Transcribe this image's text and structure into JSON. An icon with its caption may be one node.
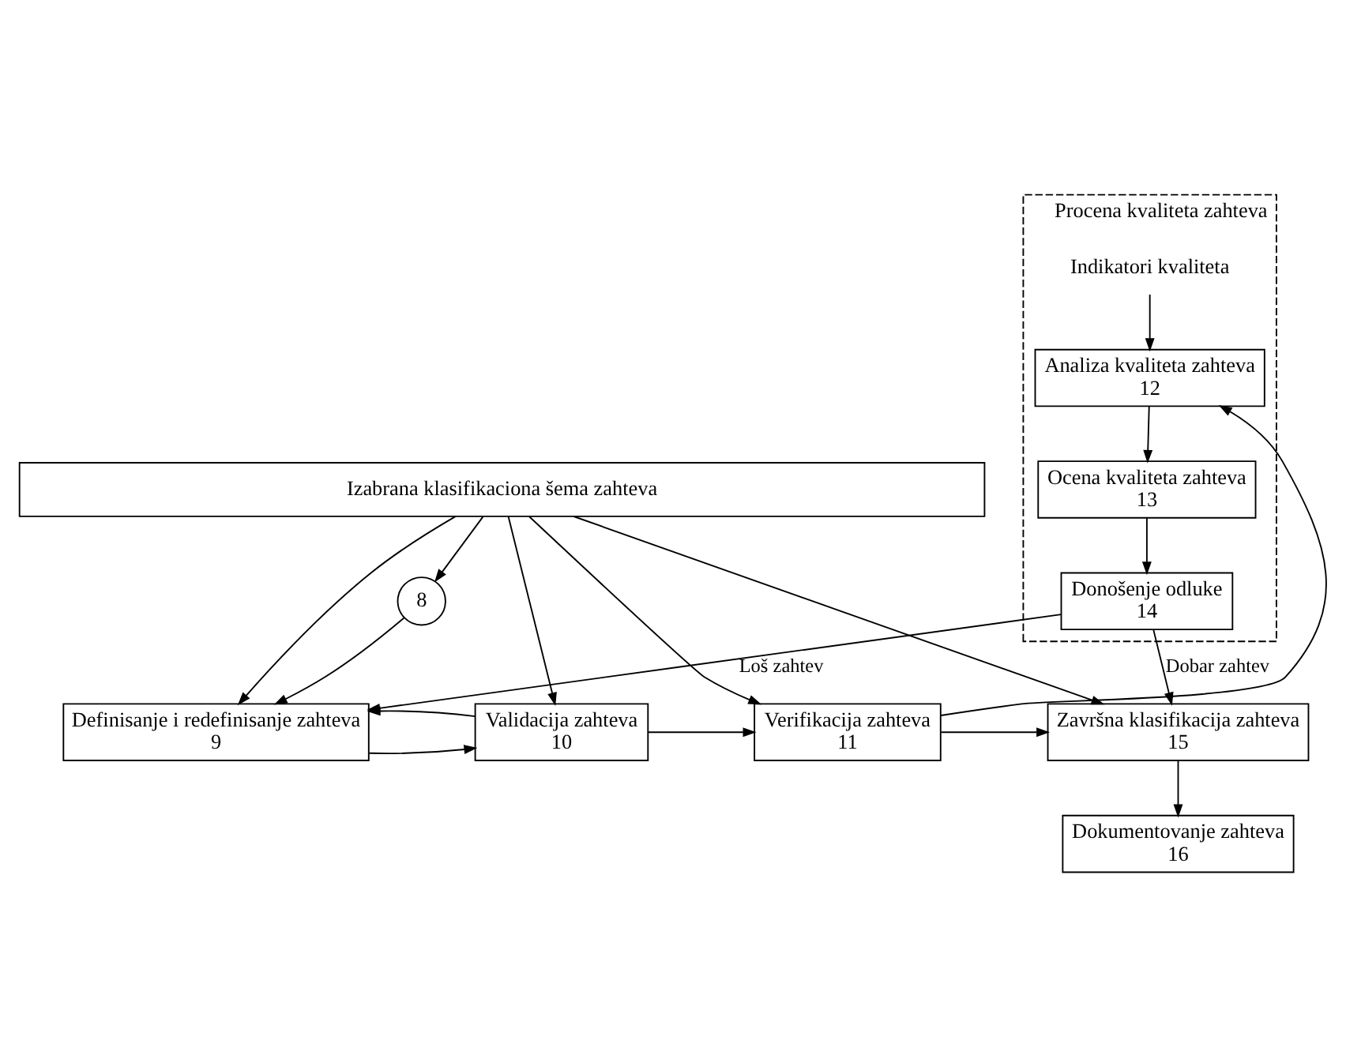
{
  "diagram": {
    "nodes": [
      {
        "text": [
          "8"
        ]
      },
      {
        "text": [
          "Izabrana klasifikaciona šema zahteva"
        ]
      },
      {
        "text": [
          "Definisanje i redefinisanje zahteva",
          "9"
        ]
      },
      {
        "text": [
          "Validacija zahteva",
          "10"
        ]
      },
      {
        "text": [
          "Verifikacija zahteva",
          "11"
        ]
      },
      {
        "text": [
          "Završna klasifikacija zahteva",
          "15"
        ]
      },
      {
        "text": [
          "Dokumentovanje zahteva",
          "16"
        ]
      },
      {
        "text": [
          "Procena kvaliteta zahteva"
        ]
      },
      {
        "text": [
          "Indikatori kvaliteta"
        ],
        "in": 7
      },
      {
        "text": [
          "Analiza kvaliteta zahteva",
          "12"
        ],
        "in": 7
      },
      {
        "text": [
          "Ocena kvaliteta zahteva",
          "13"
        ],
        "in": 7
      },
      {
        "text": [
          "Donošenje odluke",
          "14"
        ],
        "in": 7
      }
    ],
    "edges": [
      {
        "from": 1,
        "to": 0,
        "arrow": "to"
      },
      {
        "from": 0,
        "to": 2,
        "arrow": "to"
      },
      {
        "from": 1,
        "to": 2,
        "arrow": "to"
      },
      {
        "from": 1,
        "to": 3,
        "arrow": "to"
      },
      {
        "from": 1,
        "to": 4,
        "arrow": "to"
      },
      {
        "from": 1,
        "to": 5,
        "arrow": "to"
      },
      {
        "from": 2,
        "to": 3,
        "arrow": "to"
      },
      {
        "from": 3,
        "to": 4,
        "arrow": "to"
      },
      {
        "from": 4,
        "to": 5,
        "arrow": "to"
      },
      {
        "from": 3,
        "to": 2,
        "arrow": "to"
      },
      {
        "from": 4,
        "to": 9,
        "arrow": "to"
      },
      {
        "from": 8,
        "to": 9,
        "arrow": "to"
      },
      {
        "from": 9,
        "to": 10,
        "arrow": "to"
      },
      {
        "from": 10,
        "to": 11,
        "arrow": "to"
      },
      {
        "from": 11,
        "to": 2,
        "label": "Loš zahtev",
        "arrow": "to"
      },
      {
        "from": 11,
        "to": 5,
        "label": "Dobar zahtev",
        "arrow": "to"
      },
      {
        "from": 5,
        "to": 6,
        "arrow": "to"
      }
    ]
  }
}
